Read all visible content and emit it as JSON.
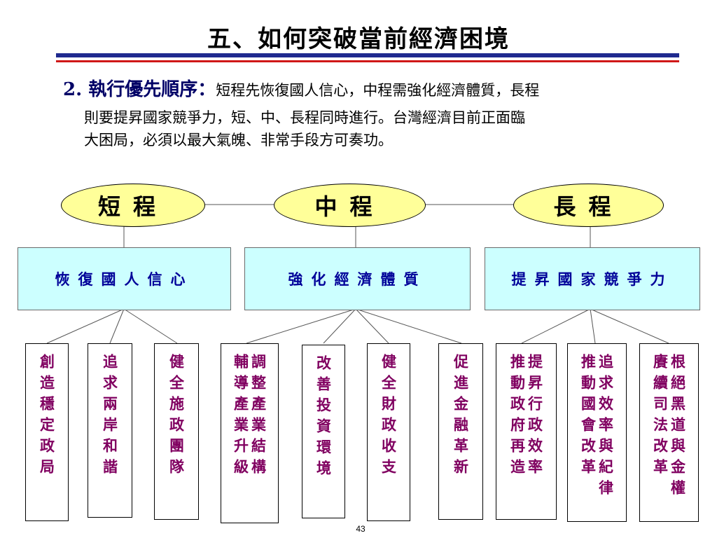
{
  "title": "五、如何突破當前經濟困境",
  "intro": {
    "lead": "2. 執行優先順序：",
    "line1": "短程先恢復國人信心，中程需強化經濟體質，長程",
    "line2": "則要提昇國家競爭力，短、中、長程同時進行。台灣經濟目前正面臨",
    "line3": "大困局，必須以最大氣魄、非常手段方可奏功。"
  },
  "stages": [
    {
      "label": "短程",
      "goal": "恢復國人信心",
      "items": [
        {
          "cols": [
            "創造穩定政局"
          ]
        },
        {
          "cols": [
            "追求兩岸和諧"
          ]
        },
        {
          "cols": [
            "健全施政團隊"
          ]
        }
      ]
    },
    {
      "label": "中程",
      "goal": "強化經濟體質",
      "items": [
        {
          "cols": [
            "調整產業結構",
            "輔導產業升級"
          ]
        },
        {
          "cols": [
            "改善投資環境"
          ]
        },
        {
          "cols": [
            "健全財政收支"
          ]
        },
        {
          "cols": [
            "促進金融革新"
          ]
        }
      ]
    },
    {
      "label": "長程",
      "goal": "提昇國家競爭力",
      "items": [
        {
          "cols": [
            "提昇行政效率",
            "推動政府再造"
          ]
        },
        {
          "cols": [
            "追求效率與紀律",
            "推動國會改革"
          ]
        },
        {
          "cols": [
            "根絕黑道與金權",
            "賡續司法改革"
          ]
        }
      ]
    }
  ],
  "page_number": "43",
  "colors": {
    "ellipse_fill": "#ffff99",
    "box_fill": "#ccffff",
    "goal_text": "#000099",
    "item_text": "#800060",
    "rule_blue": "#1f2a8f",
    "rule_red": "#d01818"
  }
}
